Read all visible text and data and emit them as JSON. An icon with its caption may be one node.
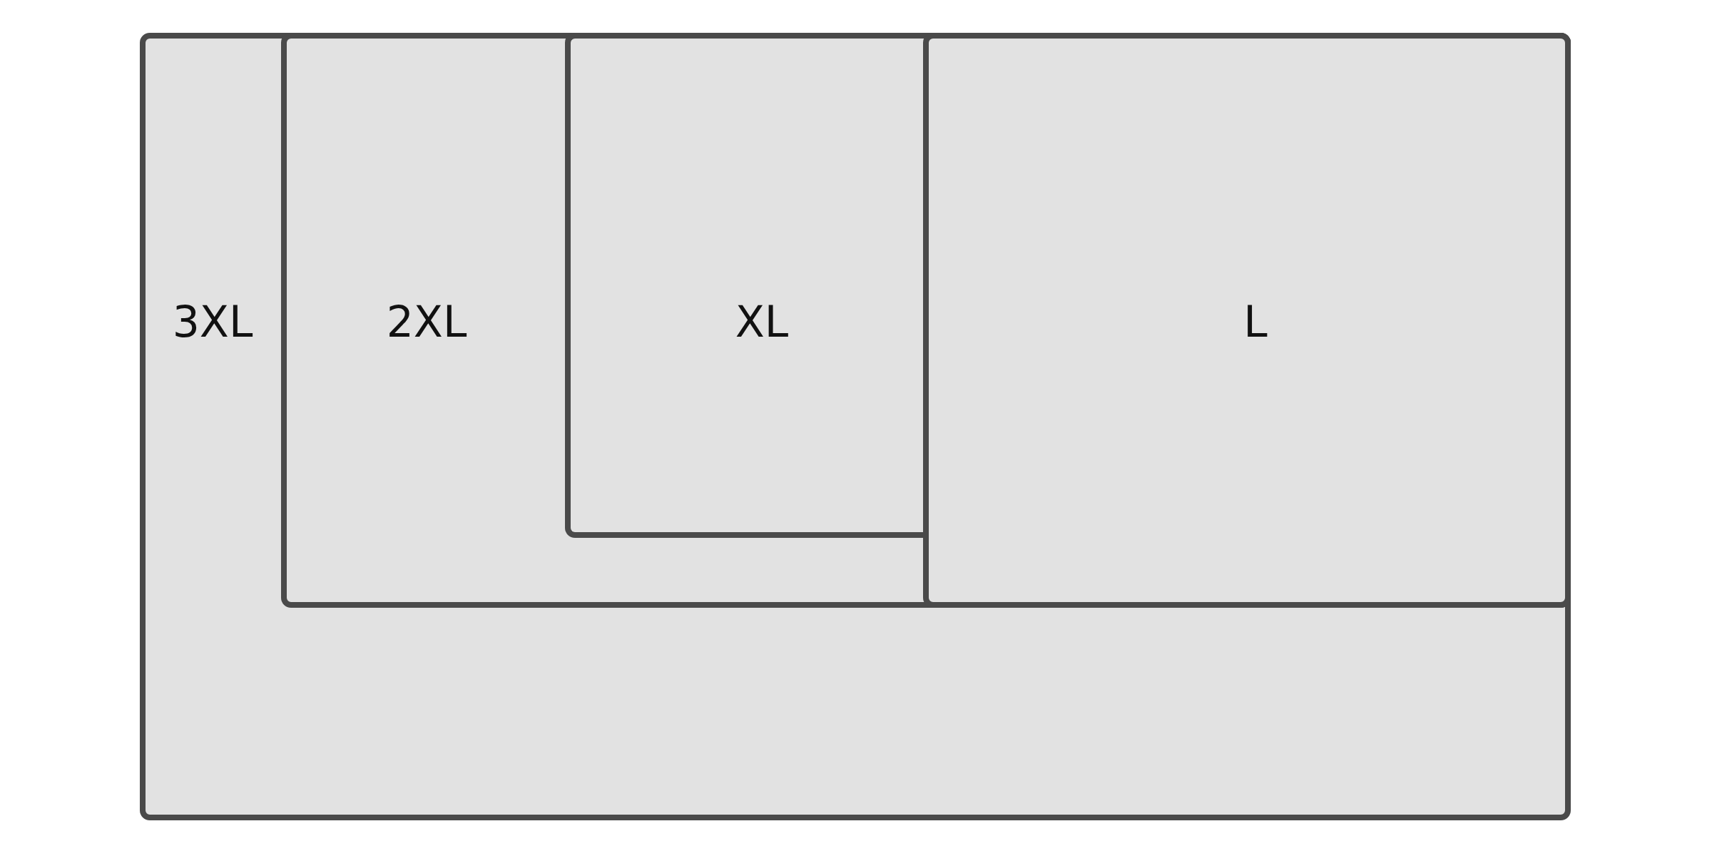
{
  "diagram": {
    "nodes": [
      {
        "text": [
          "3XL"
        ]
      },
      {
        "text": [
          "2XL"
        ],
        "in": 0
      },
      {
        "text": [
          "XL"
        ],
        "in": 1
      },
      {
        "text": [
          "L"
        ],
        "in": 1
      }
    ]
  }
}
